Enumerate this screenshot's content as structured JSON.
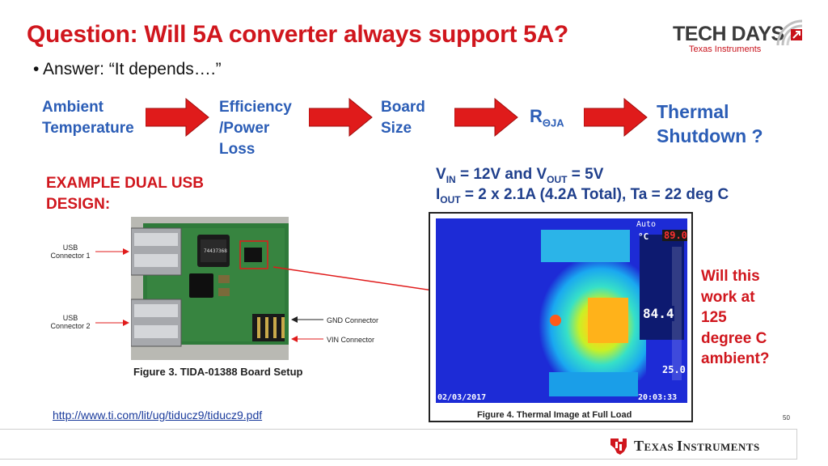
{
  "slide": {
    "title": "Question: Will 5A converter always support 5A?",
    "bullet": "Answer: “It depends….”",
    "bullet_symbol": "•"
  },
  "logo": {
    "main": "TECH DAYS",
    "sub": "Texas Instruments"
  },
  "flow": {
    "items": [
      {
        "line1": "Ambient",
        "line2": "Temperature"
      },
      {
        "line1": "Efficiency",
        "line2": "/Power",
        "line3": "Loss"
      },
      {
        "line1": "Board",
        "line2": "Size"
      },
      {
        "main": "R",
        "sub": "ΘJA"
      },
      {
        "line1": "Thermal",
        "line2": "Shutdown ?"
      }
    ],
    "arrow_color": "#e01b1b"
  },
  "example": {
    "line1": "EXAMPLE DUAL USB",
    "line2": "DESIGN:"
  },
  "spec": {
    "v_in_label": "V",
    "v_in_sub": "IN",
    "v_in_value": " = 12V and V",
    "v_out_sub": "OUT",
    "v_out_value": " = 5V",
    "i_out_label": "I",
    "i_out_sub": "OUT",
    "i_out_value": " = 2 x 2.1A (4.2A Total), Ta = 22 deg C"
  },
  "board": {
    "usb1": "USB Connector 1",
    "usb1_l1": "USB",
    "usb1_l2": "Connector 1",
    "usb2_l1": "USB",
    "usb2_l2": "Connector 2",
    "gnd": "GND Connector",
    "vin": "VIN Connector",
    "caption": "Figure 3. TIDA-01388 Board Setup",
    "inductor_text": "74437368"
  },
  "thermal": {
    "mode": "Auto",
    "unit": "°C",
    "max_temp": "89.0",
    "spot_temp": "84.4",
    "min_temp": "25.0",
    "date": "02/03/2017",
    "time": "20:03:33",
    "caption": "Figure 4. Thermal Image at Full Load"
  },
  "question": {
    "lines": [
      "Will this",
      "work at",
      "125",
      "degree C",
      "ambient?"
    ]
  },
  "link": "http://www.ti.com/lit/ug/tiducz9/tiducz9.pdf",
  "slide_number": "50",
  "footer": {
    "brand_first": "T",
    "brand_rest1": "EXAS ",
    "brand_second": "I",
    "brand_rest2": "NSTRUMENTS"
  },
  "colors": {
    "title_red": "#d0161d",
    "flow_blue": "#2b5db6",
    "spec_blue": "#1f3f8c"
  }
}
